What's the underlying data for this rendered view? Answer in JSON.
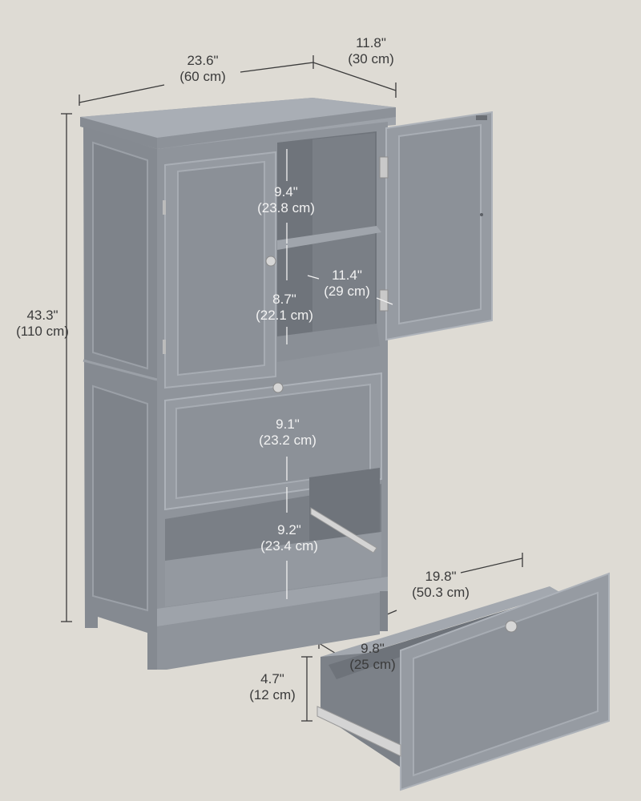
{
  "product": {
    "name": "Grey bathroom floor cabinet with two doors, drawer and open shelf",
    "colors": {
      "background": "#dedbd4",
      "cabinet": "#8f949b",
      "cabinet_light": "#a2a7ae",
      "cabinet_dark": "#767b82",
      "interior": "#7d828a",
      "dimension_dark": "#3b3b3b",
      "dimension_light": "#f2f2f2"
    }
  },
  "dimensions": {
    "width": {
      "in": "23.6\"",
      "cm": "(60 cm)"
    },
    "depth": {
      "in": "11.8\"",
      "cm": "(30 cm)"
    },
    "height": {
      "in": "43.3\"",
      "cm": "(110 cm)"
    },
    "upper_compartment": {
      "in": "9.4\"",
      "cm": "(23.8 cm)"
    },
    "lower_compartment": {
      "in": "8.7\"",
      "cm": "(22.1 cm)"
    },
    "shelf_depth": {
      "in": "11.4\"",
      "cm": "(29 cm)"
    },
    "drawer_front": {
      "in": "9.1\"",
      "cm": "(23.2 cm)"
    },
    "open_shelf": {
      "in": "9.2\"",
      "cm": "(23.4 cm)"
    },
    "drawer_length": {
      "in": "19.8\"",
      "cm": "(50.3 cm)"
    },
    "drawer_depth": {
      "in": "9.8\"",
      "cm": "(25 cm)"
    },
    "drawer_height": {
      "in": "4.7\"",
      "cm": "(12 cm)"
    }
  }
}
